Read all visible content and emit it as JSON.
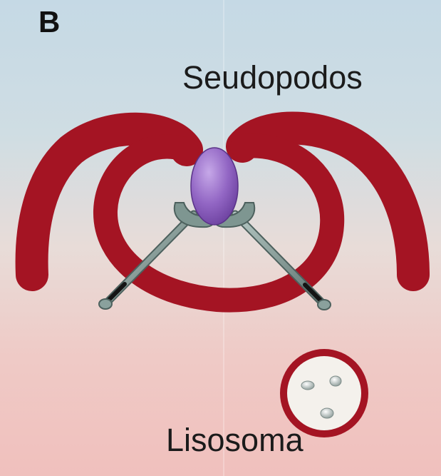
{
  "panel": {
    "letter": "B"
  },
  "labels": {
    "pseudopods": "Seudopodos",
    "lysosome": "Lisosoma"
  },
  "colors": {
    "background_top": "#c5d9e5",
    "background_bottom": "#efc3c0",
    "pseudopod": "#a41423",
    "particle": "#8e62bd",
    "receptor": "#7e9691",
    "lysosome_rim": "#a41423",
    "lysosome_fill": "#f4f1ec"
  },
  "icons": {
    "particle": "oval-particle",
    "receptors": "y-shaped-receptor",
    "lysosome": "circle-vesicle"
  }
}
